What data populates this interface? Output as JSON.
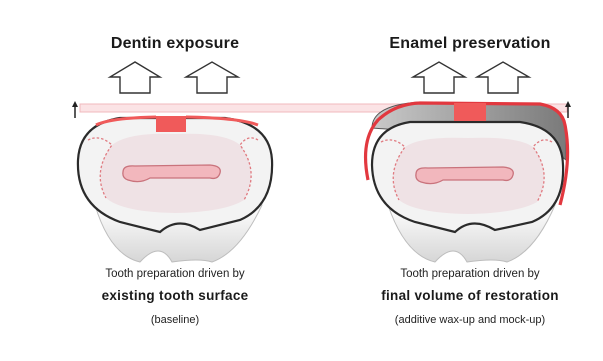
{
  "left_panel": {
    "title": "Dentin exposure",
    "caption_line1": "Tooth preparation driven by",
    "caption_line2": "existing tooth surface",
    "caption_line3": "(baseline)"
  },
  "right_panel": {
    "title": "Enamel preservation",
    "caption_line1": "Tooth preparation driven by",
    "caption_line2": "final volume of restoration",
    "caption_line3": "(additive wax-up and mock-up)"
  },
  "colors": {
    "enamel_outline": "#2b2b2b",
    "tooth_fill": "#f1f1f1",
    "dentin_fill": "#efe2e5",
    "pulp_fill": "#f2b7bd",
    "preparation_red": "#f05a5a",
    "additive_grey": "#9d9d9d",
    "reference_line": "#f4c9cc"
  },
  "icons": {
    "up_arrows": "hollow-up-arrow-icon",
    "reference_markers": "small-up-arrow-icon"
  }
}
